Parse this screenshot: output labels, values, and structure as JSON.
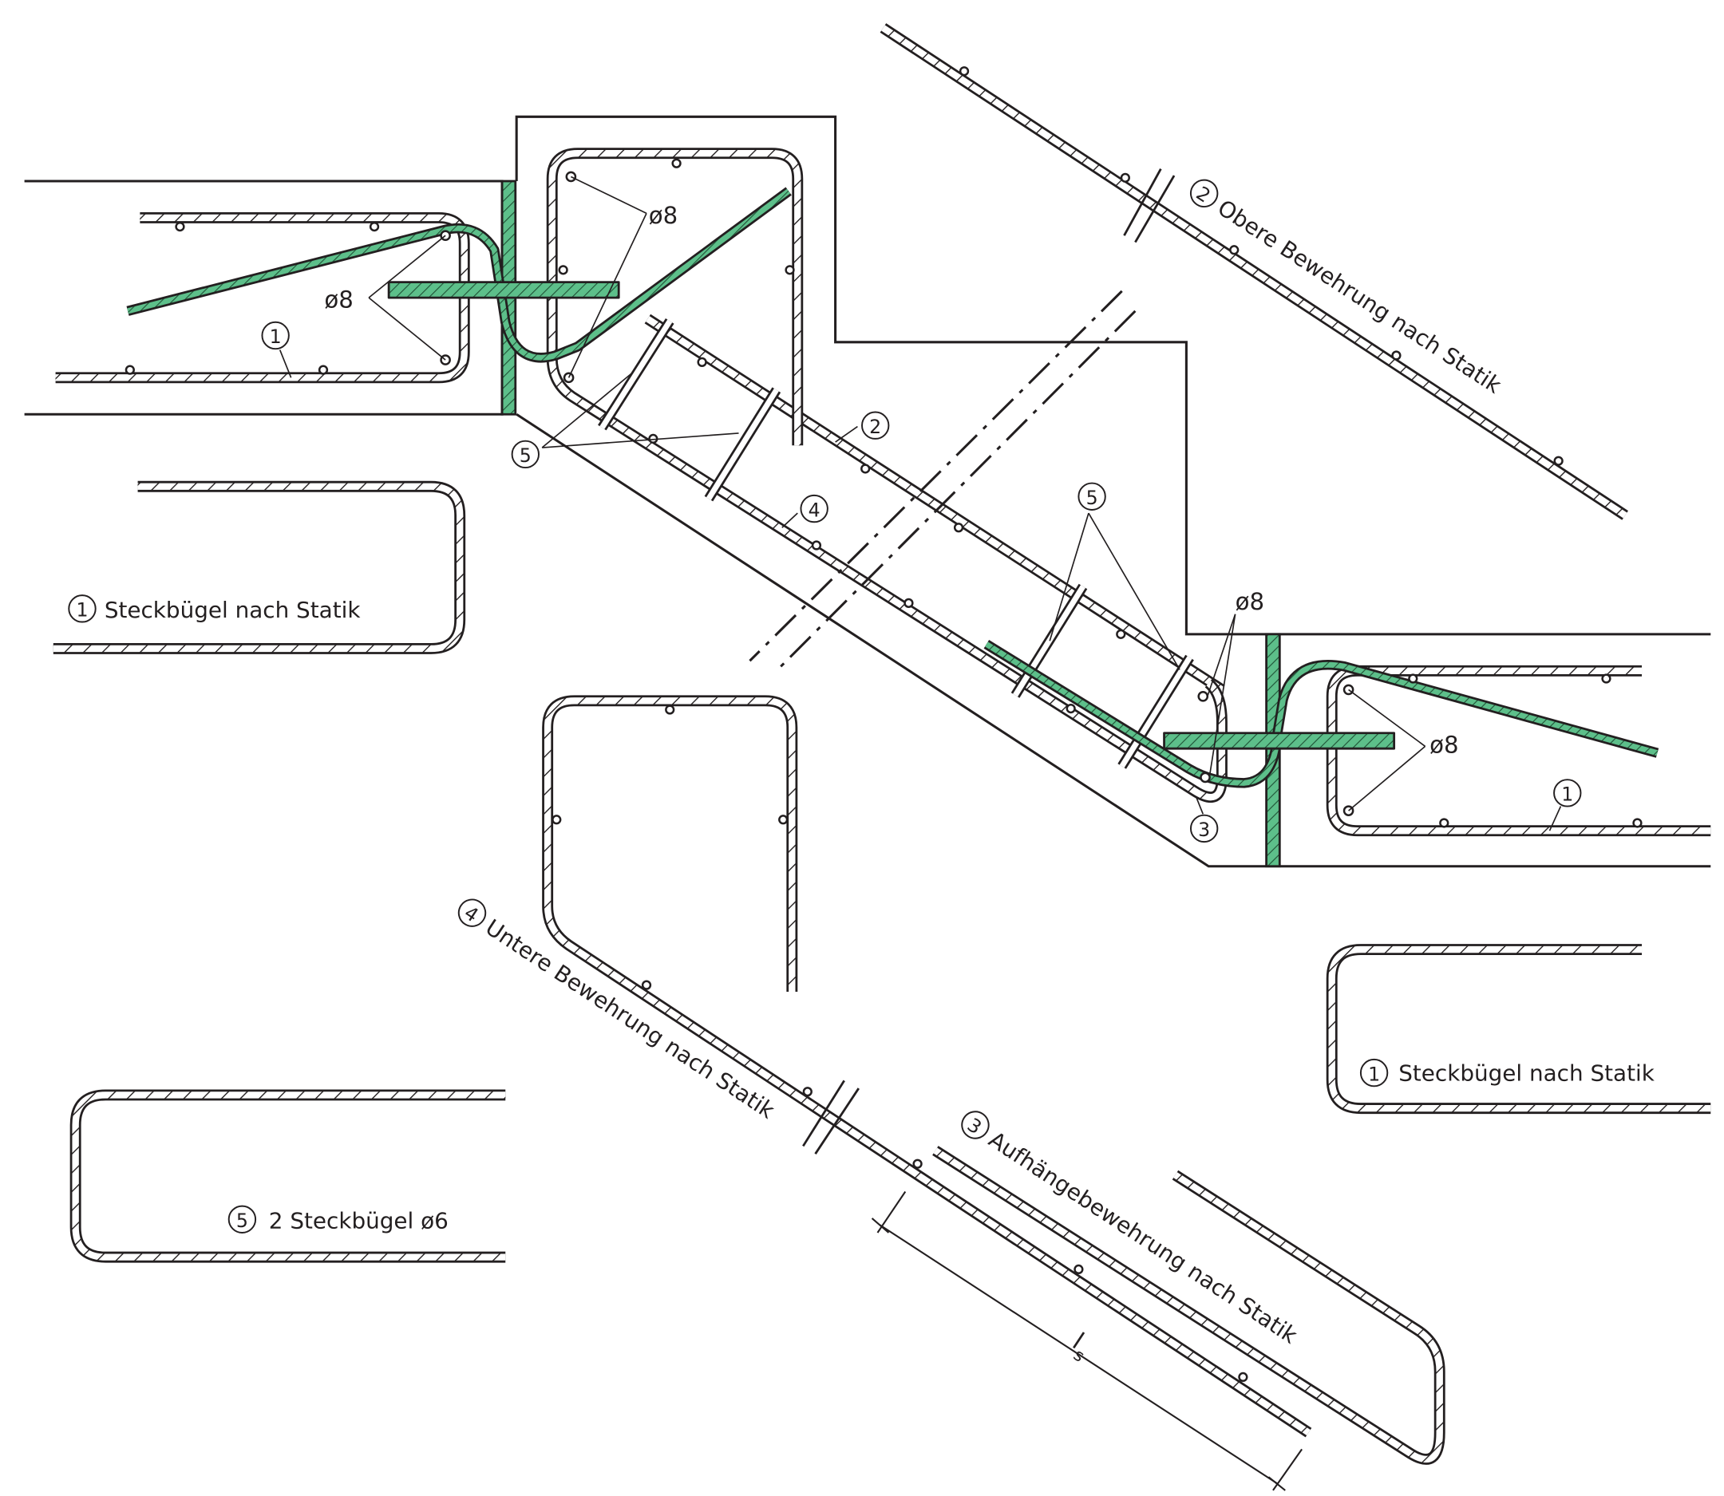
{
  "colors": {
    "line": "#231f20",
    "green_fill": "#5dbf8a",
    "green_dark": "#1f5236"
  },
  "labels": {
    "dia8": "ø8",
    "n1": "1",
    "n2": "2",
    "n3": "3",
    "n4": "4",
    "n5": "5",
    "ls": "l",
    "ls_sub": "s"
  },
  "legends": {
    "steckbuegel_left": "Steckbügel nach Statik",
    "steckbuegel_right": "Steckbügel nach Statik",
    "obere": "Obere Bewehrung nach Statik",
    "untere": "Untere Bewehrung nach Statik",
    "aufhaenge": "Aufhängebewehrung nach Statik",
    "steckbuegel_o6": "2 Steckbügel ø6"
  }
}
